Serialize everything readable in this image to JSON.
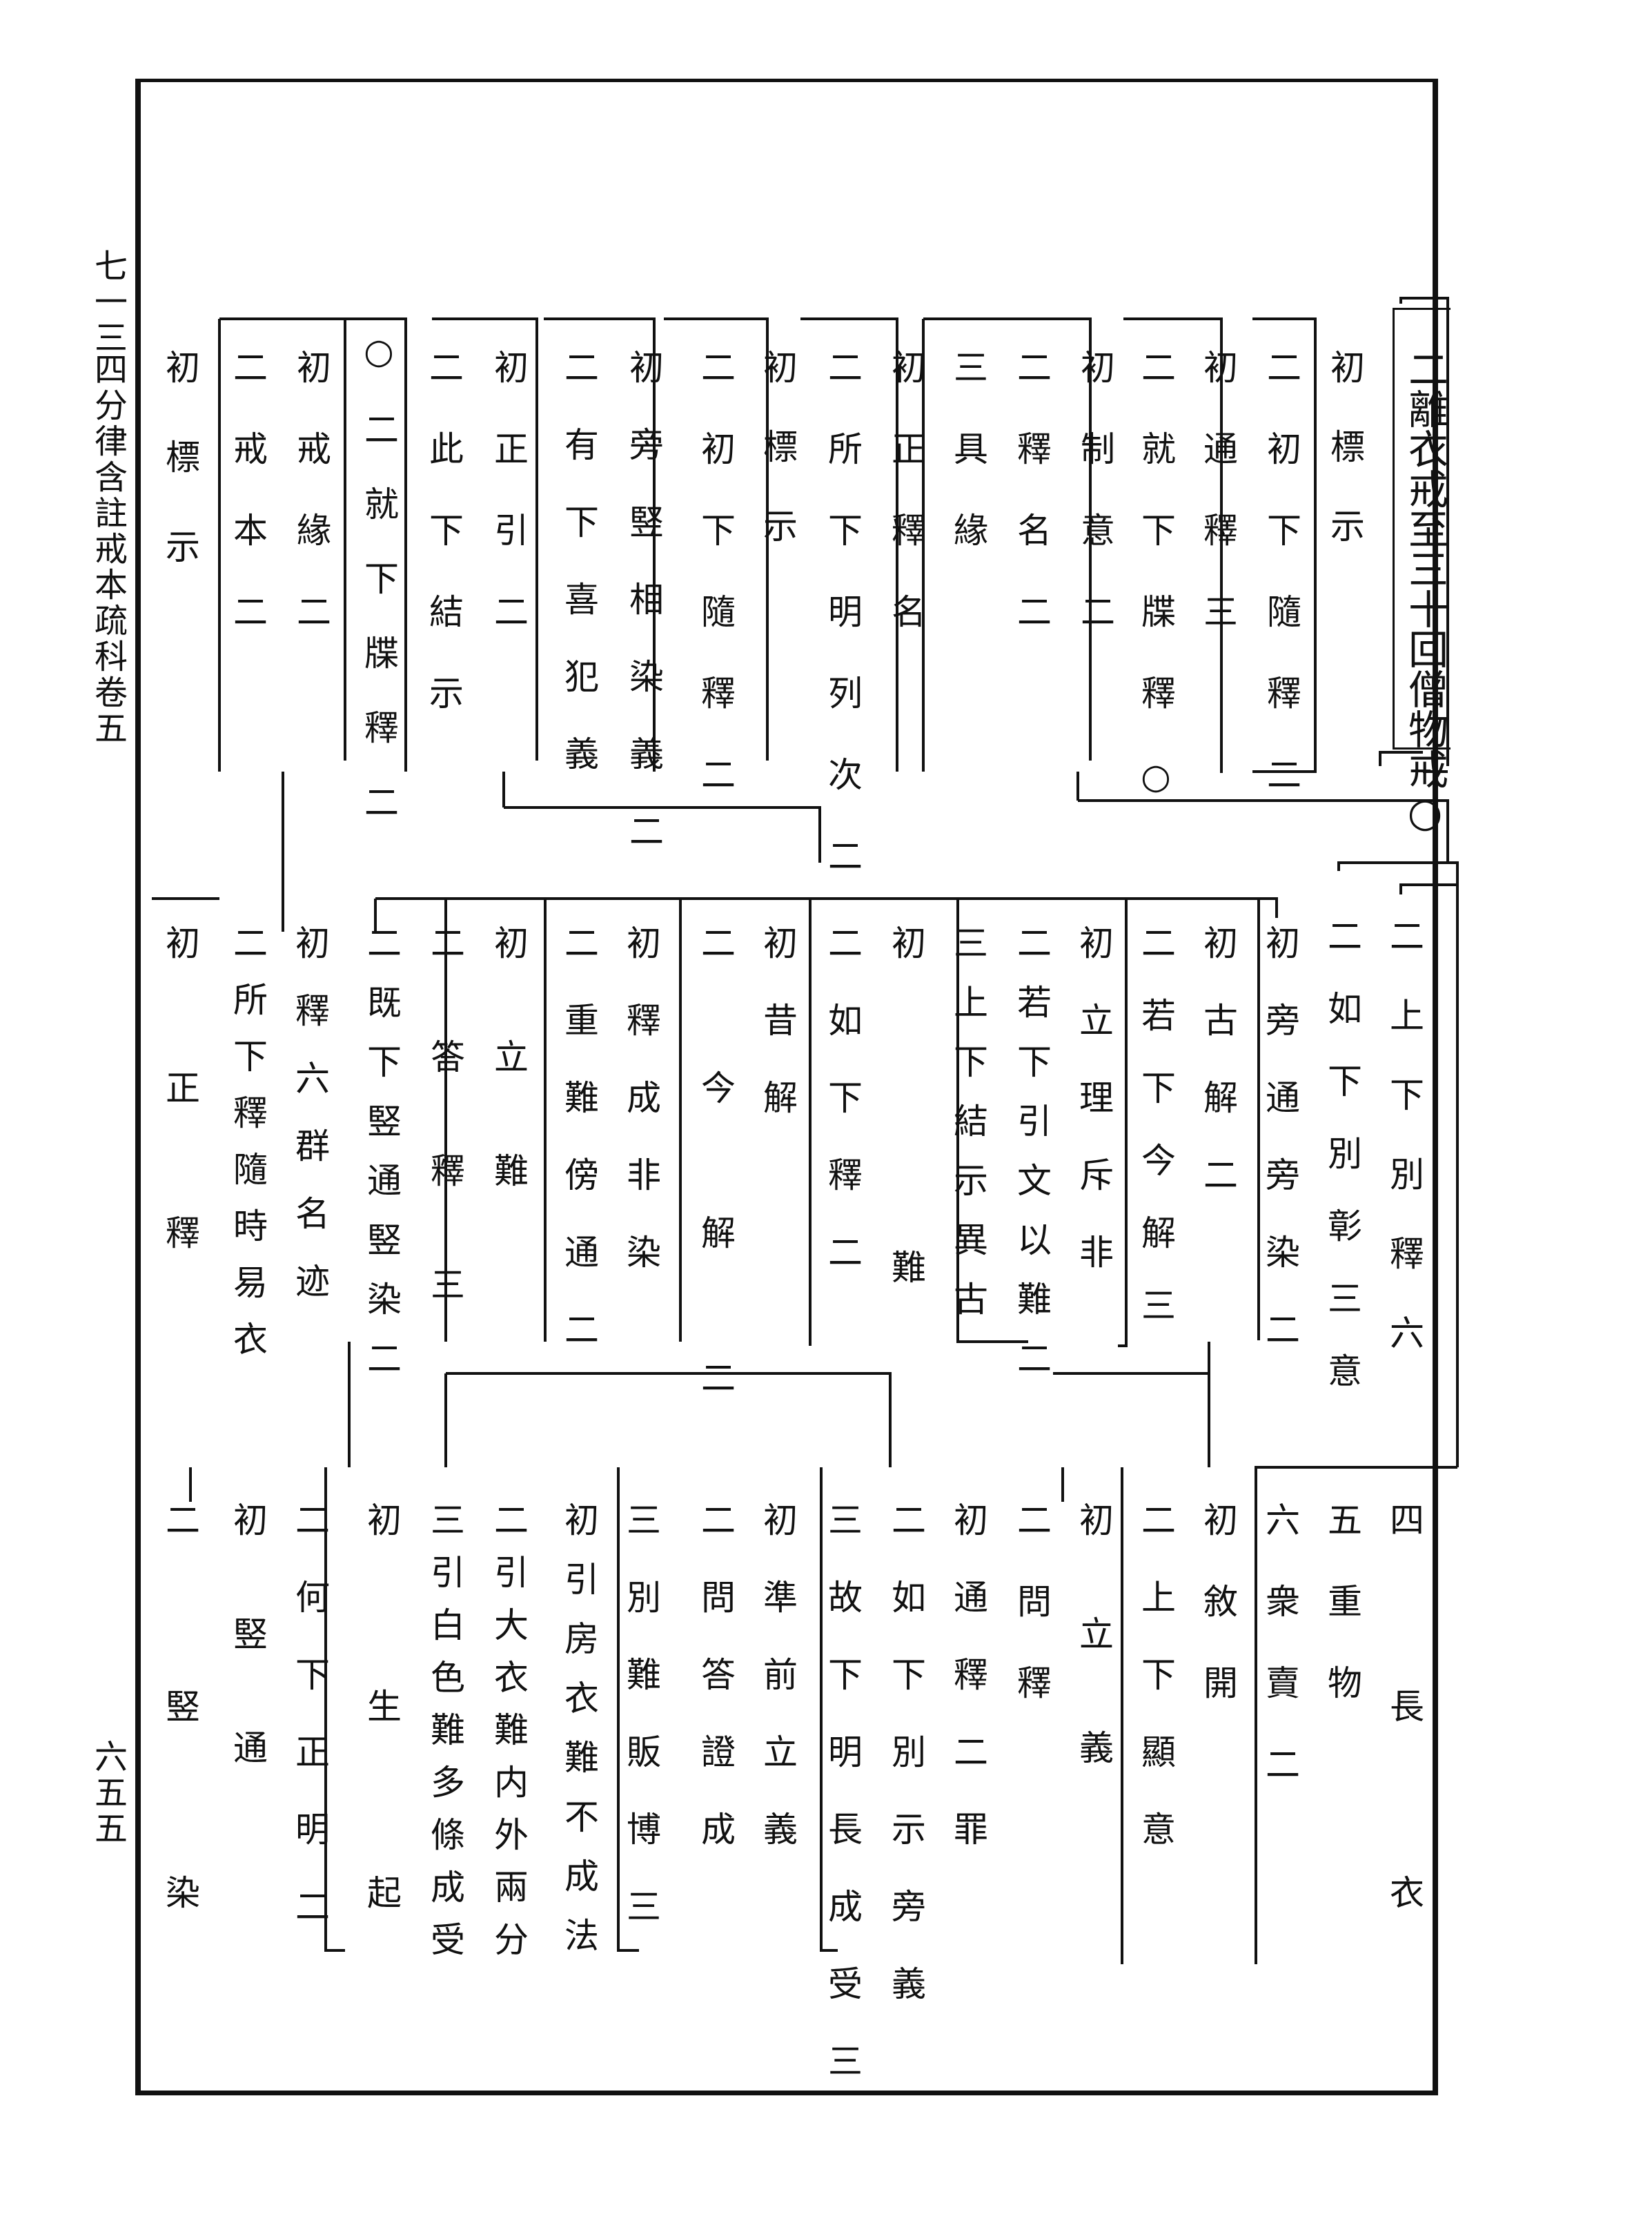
{
  "margin": {
    "volume": "七一三",
    "book_title": "四分律含註戒本疏科卷五",
    "page_number": "六五五"
  },
  "tiers": [
    {
      "items": [
        {
          "text": "二離衣戒至三十回僧物戒○",
          "box": true
        },
        {
          "text": "初標示"
        },
        {
          "text": "二初下隨釋二"
        },
        {
          "text": "初通釋三"
        },
        {
          "text": "二就下牒釋○"
        },
        {
          "text": "初制意二"
        },
        {
          "text": "二釋名二"
        },
        {
          "text": "三具緣"
        },
        {
          "text": "初正釋名"
        },
        {
          "text": "二所下明列次二"
        },
        {
          "text": "初標示"
        },
        {
          "text": "二初下隨釋二"
        },
        {
          "text": "初旁竪相染義二"
        },
        {
          "text": "二有下喜犯義"
        },
        {
          "text": "初正引二"
        },
        {
          "text": "二此下結示"
        },
        {
          "text": "○二就下牒釋二"
        },
        {
          "text": "初戒緣二"
        },
        {
          "text": "二戒本二"
        },
        {
          "text": "初標示"
        }
      ]
    },
    {
      "items": [
        {
          "text": "二上下別釋六"
        },
        {
          "text": "二如下別彰三意"
        },
        {
          "text": "初旁通旁染二"
        },
        {
          "text": "初古解二"
        },
        {
          "text": "二若下今解三"
        },
        {
          "text": "初立理斥非"
        },
        {
          "text": "二若下引文以難二"
        },
        {
          "text": "三上下結示異古"
        },
        {
          "text": "初難"
        },
        {
          "text": "二如下釋二"
        },
        {
          "text": "初昔解"
        },
        {
          "text": "二今解二"
        },
        {
          "text": "初釋成非染"
        },
        {
          "text": "二重難傍通二"
        },
        {
          "text": "初立難"
        },
        {
          "text": "二答釋三"
        },
        {
          "text": "二既下竪通竪染二"
        },
        {
          "text": "初釋六群名迹"
        },
        {
          "text": "二所下釋隨時易衣"
        },
        {
          "text": "初正釋"
        }
      ]
    },
    {
      "items": [
        {
          "text": "四長衣"
        },
        {
          "text": "五重物"
        },
        {
          "text": "六衆賣二"
        },
        {
          "text": "初敘開"
        },
        {
          "text": "二上下顯意"
        },
        {
          "text": "初立義"
        },
        {
          "text": "二問釋"
        },
        {
          "text": "初通釋二罪"
        },
        {
          "text": "二如下別示旁義"
        },
        {
          "text": "三故下明長成受三"
        },
        {
          "text": "初準前立義"
        },
        {
          "text": "二問答證成"
        },
        {
          "text": "三別難販博三"
        },
        {
          "text": "初引房衣難不成法"
        },
        {
          "text": "二引大衣難内外兩分"
        },
        {
          "text": "三引白色難多條成受"
        },
        {
          "text": "初生起"
        },
        {
          "text": "二何下正明二"
        },
        {
          "text": "初竪通"
        },
        {
          "text": "二竪染"
        }
      ]
    }
  ]
}
